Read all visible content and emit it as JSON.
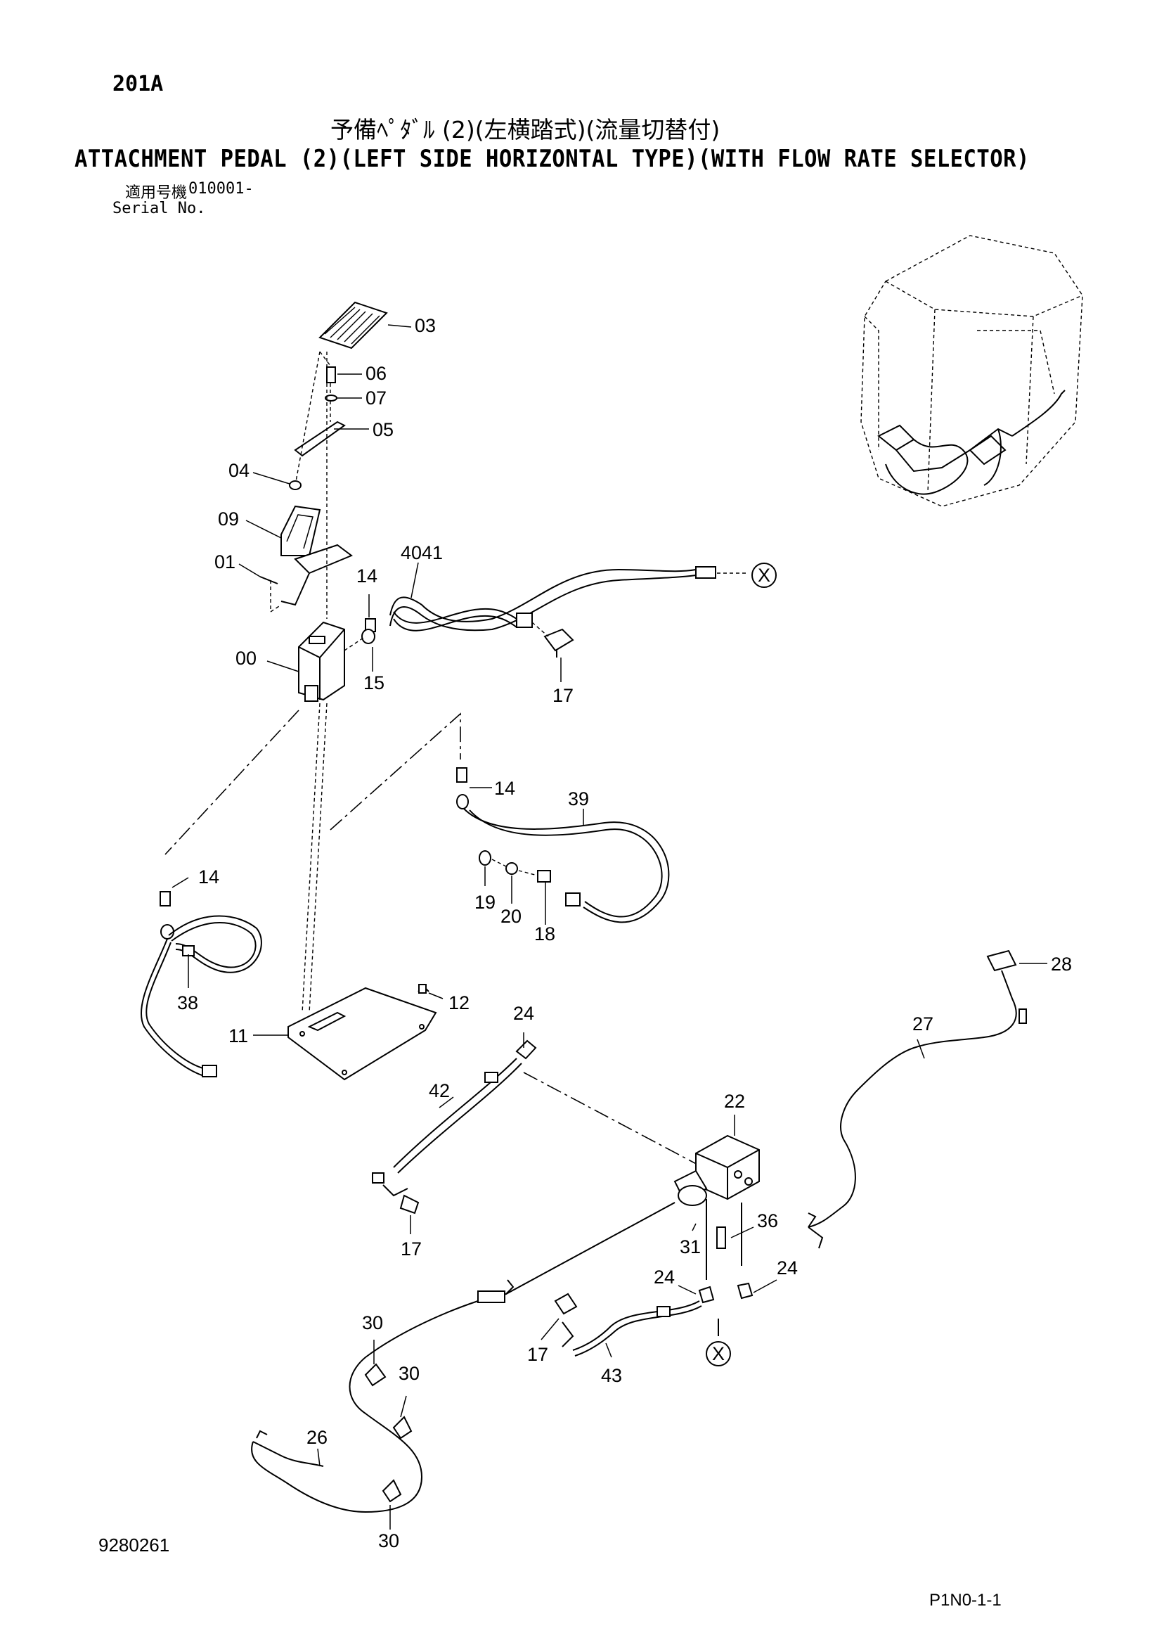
{
  "header": {
    "page_code": "201A",
    "title_jp": "予備ﾍﾟﾀﾞﾙ (2)(左横踏式)(流量切替付)",
    "title_en": "ATTACHMENT PEDAL (2)(LEFT SIDE HORIZONTAL TYPE)(WITH FLOW RATE SELECTOR)",
    "serial_label_jp": "適用号機",
    "serial_number": "010001-",
    "serial_label_en": "Serial No."
  },
  "footer": {
    "doc_number": "9280261",
    "page_ref": "P1N0-1-1"
  },
  "callouts": {
    "p03": "03",
    "p06": "06",
    "p07": "07",
    "p05": "05",
    "p04": "04",
    "p09": "09",
    "p01": "01",
    "p14a": "14",
    "p4041": "4041",
    "p00": "00",
    "p15": "15",
    "p17a": "17",
    "p14b": "14",
    "p39": "39",
    "p19": "19",
    "p20": "20",
    "p18": "18",
    "p14c": "14",
    "p38": "38",
    "p12": "12",
    "p11": "11",
    "p24a": "24",
    "p42": "42",
    "p17b": "17",
    "p22": "22",
    "p28": "28",
    "p27": "27",
    "p36": "36",
    "p31": "31",
    "p24b": "24",
    "p24c": "24",
    "p30a": "30",
    "p17c": "17",
    "p43": "43",
    "p30b": "30",
    "p26": "26",
    "p30c": "30",
    "x1": "X",
    "x2": "X"
  }
}
